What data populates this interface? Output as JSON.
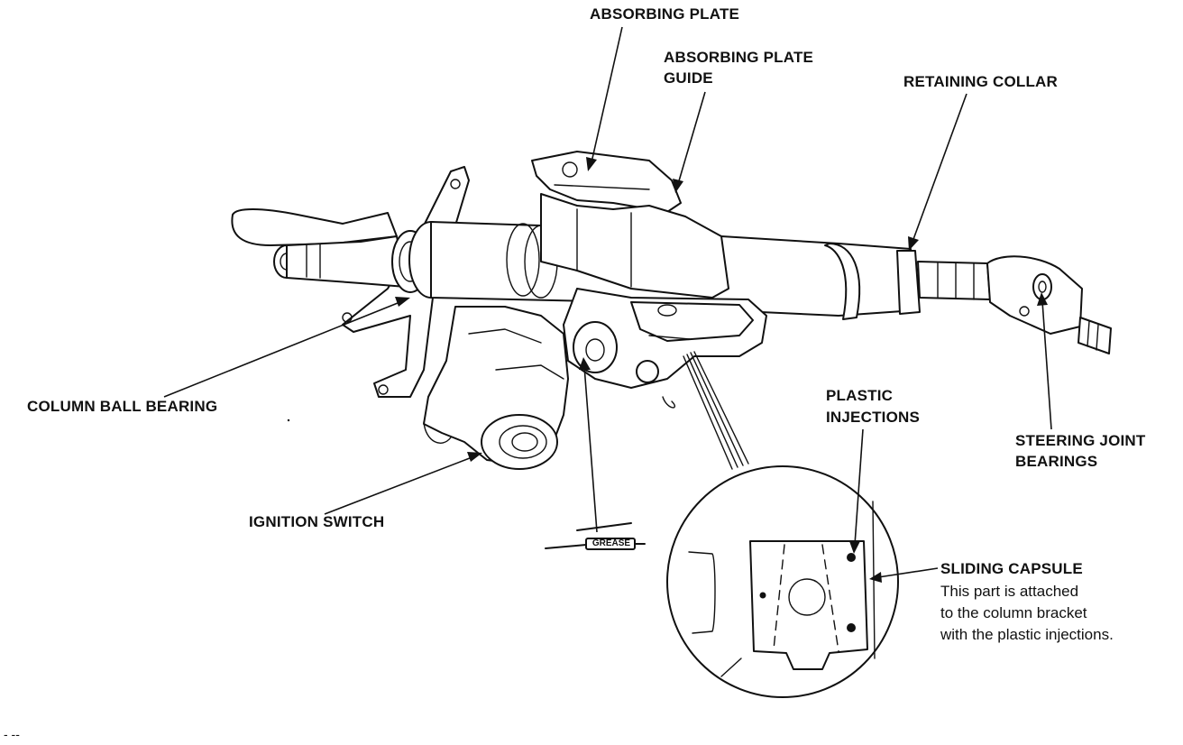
{
  "labels": {
    "absorbing_plate": "ABSORBING PLATE",
    "absorbing_plate_guide_1": "ABSORBING PLATE",
    "absorbing_plate_guide_2": "GUIDE",
    "retaining_collar": "RETAINING COLLAR",
    "column_ball_bearing": "COLUMN BALL BEARING",
    "ignition_switch": "IGNITION SWITCH",
    "plastic_injections_1": "PLASTIC",
    "plastic_injections_2": "INJECTIONS",
    "steering_joint_bearings_1": "STEERING JOINT",
    "steering_joint_bearings_2": "BEARINGS",
    "sliding_capsule": "SLIDING CAPSULE",
    "grease_tag": "GREASE"
  },
  "note": {
    "line1": "This part is attached",
    "line2": "to the column bracket",
    "line3": "with the plastic injections."
  },
  "footer_mark": "- --"
}
